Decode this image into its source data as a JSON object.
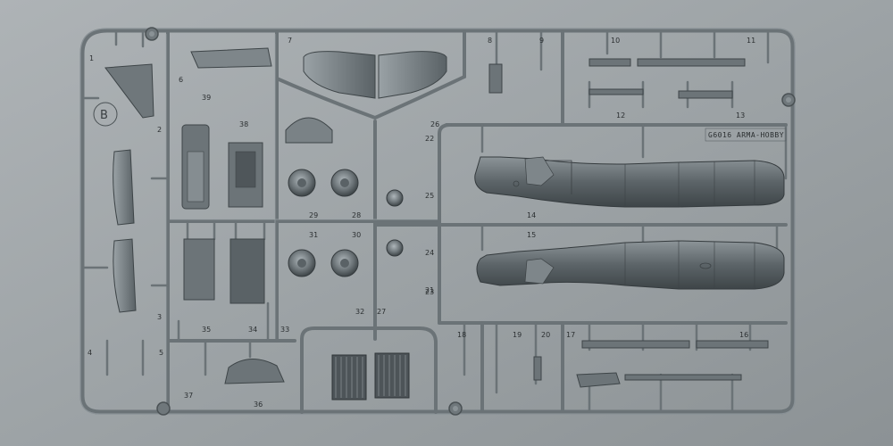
{
  "sprue": {
    "letter": "B",
    "code_label": "G6016  ARMA-HOBBY",
    "part_numbers": [
      "1",
      "2",
      "3",
      "4",
      "5",
      "6",
      "7",
      "8",
      "9",
      "10",
      "11",
      "12",
      "13",
      "14",
      "15",
      "16",
      "17",
      "18",
      "19",
      "20",
      "21",
      "22",
      "23",
      "24",
      "25",
      "26",
      "27",
      "28",
      "29",
      "30",
      "31",
      "32",
      "33",
      "34",
      "35",
      "36",
      "37",
      "38",
      "39"
    ]
  },
  "colors": {
    "background": "#9aa0a3",
    "plastic": "#7c8488",
    "plastic_dark": "#4d5458",
    "plastic_light": "#aab1b4"
  }
}
